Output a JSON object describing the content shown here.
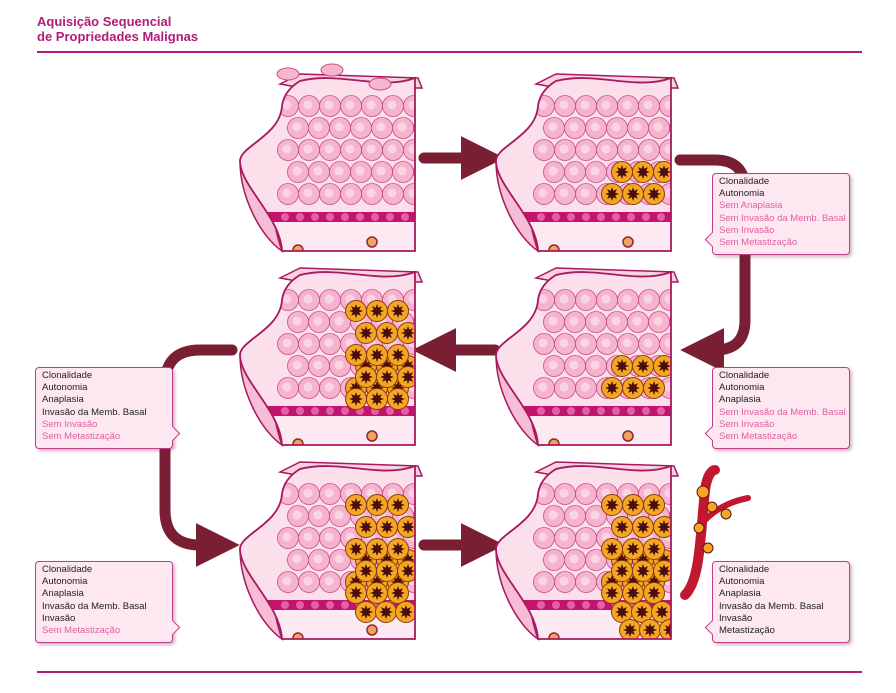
{
  "header": {
    "title_line1": "Aquisição Sequencial",
    "title_line2": "de Propriedades Malignas"
  },
  "colors": {
    "accent": "#b01c78",
    "arrow": "#7a1e34",
    "tissue": "#f8c9dd",
    "tumor": "#f5a623",
    "active_text": "#222222",
    "inactive_text": "#e0609f"
  },
  "stages": [
    {
      "id": 1,
      "tumor_level": 0
    },
    {
      "id": 2,
      "tumor_level": 1
    },
    {
      "id": 3,
      "tumor_level": 1
    },
    {
      "id": 4,
      "tumor_level": 2
    },
    {
      "id": 5,
      "tumor_level": 3
    },
    {
      "id": 6,
      "tumor_level": 4
    }
  ],
  "info_boxes": [
    {
      "lines": [
        {
          "text": "Clonalidade",
          "active": true
        },
        {
          "text": "Autonomia",
          "active": true
        },
        {
          "text": "Sem Anaplasia",
          "active": false
        },
        {
          "text": "Sem Invasão da Memb. Basal",
          "active": false
        },
        {
          "text": "Sem Invasão",
          "active": false
        },
        {
          "text": "Sem Metastização",
          "active": false
        }
      ]
    },
    {
      "lines": [
        {
          "text": "Clonalidade",
          "active": true
        },
        {
          "text": "Autonomia",
          "active": true
        },
        {
          "text": "Anaplasia",
          "active": true
        },
        {
          "text": "Sem Invasão da Memb. Basal",
          "active": false
        },
        {
          "text": "Sem Invasão",
          "active": false
        },
        {
          "text": "Sem Metastização",
          "active": false
        }
      ]
    },
    {
      "lines": [
        {
          "text": "Clonalidade",
          "active": true
        },
        {
          "text": "Autonomia",
          "active": true
        },
        {
          "text": "Anaplasia",
          "active": true
        },
        {
          "text": "Invasão da Memb. Basal",
          "active": true
        },
        {
          "text": "Sem Invasão",
          "active": false
        },
        {
          "text": "Sem Metastização",
          "active": false
        }
      ]
    },
    {
      "lines": [
        {
          "text": "Clonalidade",
          "active": true
        },
        {
          "text": "Autonomia",
          "active": true
        },
        {
          "text": "Anaplasia",
          "active": true
        },
        {
          "text": "Invasão da Memb. Basal",
          "active": true
        },
        {
          "text": "Invasão",
          "active": true
        },
        {
          "text": "Sem Metastização",
          "active": false
        }
      ]
    },
    {
      "lines": [
        {
          "text": "Clonalidade",
          "active": true
        },
        {
          "text": "Autonomia",
          "active": true
        },
        {
          "text": "Anaplasia",
          "active": true
        },
        {
          "text": "Invasão da Memb. Basal",
          "active": true
        },
        {
          "text": "Invasão",
          "active": true
        },
        {
          "text": "Metastização",
          "active": true
        }
      ]
    }
  ]
}
